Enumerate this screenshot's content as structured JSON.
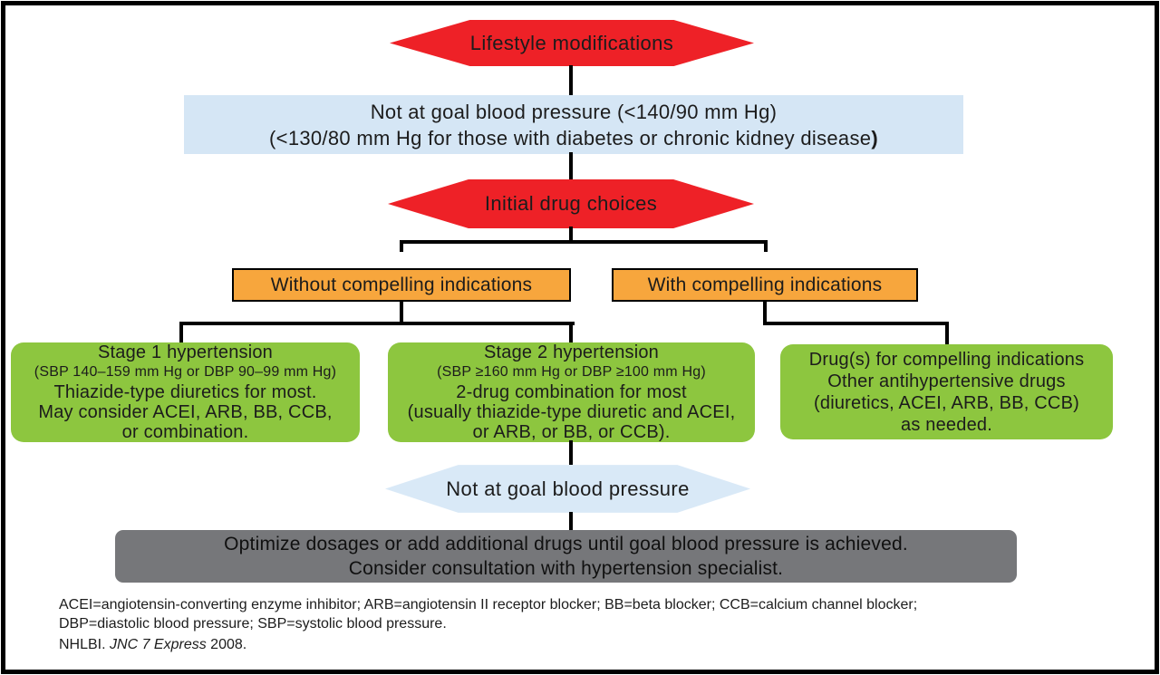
{
  "title": "JNC 7 hypertension treatment algorithm",
  "colors": {
    "red": "#ee2127",
    "orange": "#f7a63d",
    "green": "#8dc63f",
    "blue_box": "#d5e6f5",
    "blue_hex": "#d9e9f7",
    "gray": "#76777a",
    "line": "#000000"
  },
  "nodes": {
    "lifestyle": {
      "label": "Lifestyle modifications"
    },
    "not_at_goal_1": {
      "line1": "Not at goal blood pressure (<140/90 mm Hg)",
      "line2": "(<130/80 mm Hg for those with diabetes or chronic kidney disease",
      "line2_bold": ")"
    },
    "initial_drug": {
      "label": "Initial drug choices"
    },
    "without_ci": {
      "label": "Without compelling indications"
    },
    "with_ci": {
      "label": "With compelling indications"
    },
    "stage1": {
      "title": "Stage 1 hypertension",
      "range": "(SBP 140–159 mm Hg or DBP 90–99 mm Hg)",
      "body": [
        "Thiazide-type diuretics for most.",
        "May consider ACEI, ARB, BB, CCB,",
        "or combination."
      ]
    },
    "stage2": {
      "title": "Stage 2 hypertension",
      "range": "(SBP ≥160 mm Hg or DBP ≥100 mm Hg)",
      "body": [
        "2-drug combination for most",
        "(usually thiazide-type diuretic and ACEI,",
        "or ARB, or BB, or CCB)."
      ]
    },
    "compelling": {
      "body": [
        "Drug(s) for compelling indications",
        "Other antihypertensive drugs",
        "(diuretics, ACEI, ARB, BB, CCB)",
        "as needed."
      ]
    },
    "not_at_goal_2": {
      "label": "Not at goal blood pressure"
    },
    "optimize": {
      "line1": "Optimize dosages or add additional drugs until goal blood pressure is achieved.",
      "line2": "Consider consultation with hypertension specialist."
    }
  },
  "footnote": {
    "line1": "ACEI=angiotensin-converting enzyme inhibitor; ARB=angiotensin II receptor blocker; BB=beta blocker; CCB=calcium channel blocker;",
    "line2": "DBP=diastolic blood pressure; SBP=systolic blood pressure."
  },
  "source": {
    "prefix": "NHLBI. ",
    "italic": "JNC 7 Express",
    "suffix": " 2008."
  }
}
